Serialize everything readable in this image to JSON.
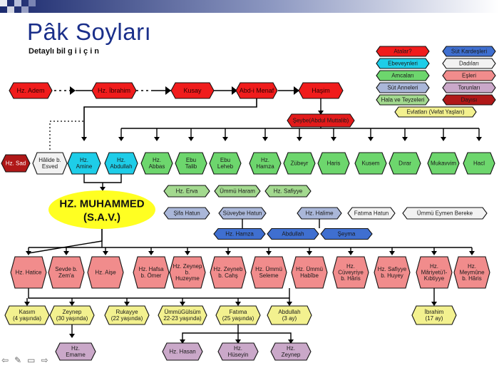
{
  "header": {
    "title": "Pâk Soyları",
    "subtitle": "Detaylı bil g    i    i    ç    i n"
  },
  "legend": [
    {
      "label": "Atalar?",
      "fill": "#f01c1c"
    },
    {
      "label": "Süt Kardeşleri",
      "fill": "#3f6fd0"
    },
    {
      "label": "Ebeveynleri",
      "fill": "#1ecde8"
    },
    {
      "label": "Dadıları",
      "fill": "#f2f2f2"
    },
    {
      "label": "Amcaları",
      "fill": "#6dd66d"
    },
    {
      "label": "Eşleri",
      "fill": "#f18c8c"
    },
    {
      "label": "Süt Anneleri",
      "fill": "#aab7d9"
    },
    {
      "label": "Torunları",
      "fill": "#caa8c9"
    },
    {
      "label": "Hala ve Teyzeleri",
      "fill": "#a3d98f"
    },
    {
      "label": "Dayısı",
      "fill": "#b01818"
    },
    {
      "label": "Evlatları (Vefat Yaşları)",
      "fill": "#f3f18f"
    }
  ],
  "colors": {
    "ata": "#f01c1c",
    "dayi": "#b01818",
    "ebeveyn": "#1ecde8",
    "amca": "#6dd66d",
    "hala": "#a3d98f",
    "sut_anne": "#aab7d9",
    "dadi": "#f2f2f2",
    "sut_kardes": "#3f6fd0",
    "es": "#f18c8c",
    "evlat": "#f3f18f",
    "torun": "#caa8c9",
    "muhammed": "#ffff22",
    "title": "#1a2f8a"
  },
  "ancestors": [
    "Hz. Adem",
    "Hz. İbrahim",
    "Kusay",
    "Abd-i Menaf",
    "Haşim"
  ],
  "abdulmuttalib": "Şeybe(Abdul Muttalib)",
  "sad": "Hz. Sad",
  "halide": [
    "Hâlide b.",
    "Esved"
  ],
  "parents": [
    [
      "Hz.",
      "Amine"
    ],
    [
      "Hz.",
      "Abdullah"
    ]
  ],
  "uncles": [
    [
      "Hz.",
      "Abbas"
    ],
    [
      "Ebu",
      "Talib"
    ],
    [
      "Ebu",
      "Leheb"
    ],
    [
      "Hz.",
      "Hamza"
    ],
    [
      "Zübeyr"
    ],
    [
      "Haris"
    ],
    [
      "Kusem"
    ],
    [
      "Dırar"
    ],
    [
      "Mukavvim"
    ],
    [
      "Hacl"
    ]
  ],
  "muhammed": [
    "HZ. MUHAMMED",
    "(S.A.V.)"
  ],
  "aunts": [
    "Hz. Erva",
    "Ümmü Haram",
    "Hz. Safiyye"
  ],
  "wet_nurses": [
    "Şifa Hatun",
    "Süveybe Hatun",
    "Hz. Halime"
  ],
  "nannies": [
    "Fatıma Hatun",
    "Ümmü Eymen Bereke"
  ],
  "milk_siblings": [
    "Hz. Hamza",
    "Abdullah",
    "Şeyma"
  ],
  "wives": [
    [
      "Hz. Hatice"
    ],
    [
      "Sevde b.",
      "Zem'a"
    ],
    [
      "Hz. Aişe"
    ],
    [
      "Hz. Hafsa",
      "b. Ömer"
    ],
    [
      "Hz. Zeynep",
      "b.",
      "Huzeyme"
    ],
    [
      "Hz. Zeyneb",
      "b. Cahş"
    ],
    [
      "Hz. Ümmü",
      "Seleme"
    ],
    [
      "Hz. Ümmü",
      "Habîbe"
    ],
    [
      "Hz.",
      "Cüveyriye",
      "b. Hâris"
    ],
    [
      "Hz. Safiyye",
      "b. Huyey"
    ],
    [
      "Hz.",
      "Mâriyetü'l-",
      "Kıbtiyye"
    ],
    [
      "Hz.",
      "Meymûne",
      "b. Hâris"
    ]
  ],
  "children": [
    [
      "Kasım",
      "(4 yaşında)"
    ],
    [
      "Zeynep",
      "(30 yaşında)"
    ],
    [
      "Rukayye",
      "(22 yaşında)"
    ],
    [
      "ÜmmüGülsüm",
      "22-23 yaşında)"
    ],
    [
      "Fatıma",
      "(25 yaşında)"
    ],
    [
      "Abdullah",
      "(3 ay)"
    ],
    [
      "İbrahim",
      "(17 ay)"
    ]
  ],
  "grandchildren": [
    [
      "Hz.",
      "Emame"
    ],
    [
      "Hz. Hasan"
    ],
    [
      "Hz.",
      "Hüseyin"
    ],
    [
      "Hz.",
      "Zeynep"
    ]
  ],
  "navbar": [
    {
      "name": "nav-prev-icon",
      "glyph": "⇦"
    },
    {
      "name": "pen-icon",
      "glyph": "✎"
    },
    {
      "name": "menu-icon",
      "glyph": "▭"
    },
    {
      "name": "nav-next-icon",
      "glyph": "⇨"
    }
  ]
}
